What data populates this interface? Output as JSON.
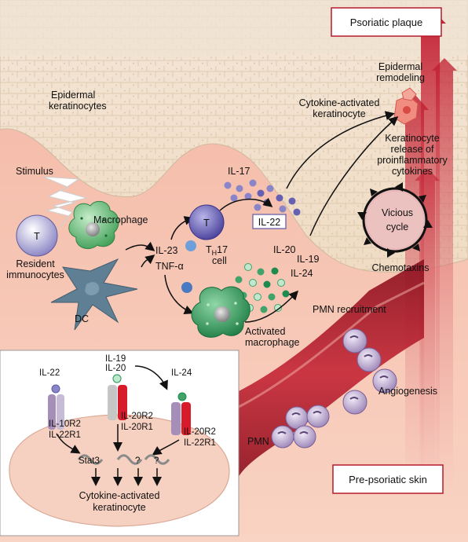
{
  "labels": {
    "psoriatic_plaque": "Psoriatic plaque",
    "pre_psoriatic_skin": "Pre-psoriatic skin",
    "epidermal_keratinocytes_1": "Epidermal",
    "epidermal_keratinocytes_2": "keratinocytes",
    "epidermal_remodeling_1": "Epidermal",
    "epidermal_remodeling_2": "remodeling",
    "cytokine_activated_keratinocyte_1": "Cytokine-activated",
    "cytokine_activated_keratinocyte_2": "keratinocyte",
    "keratinocyte_release_1": "Keratinocyte",
    "keratinocyte_release_2": "release of",
    "keratinocyte_release_3": "proinflammatory",
    "keratinocyte_release_4": "cytokines",
    "vicious_cycle_1": "Vicious",
    "vicious_cycle_2": "cycle",
    "chemotaxins": "Chemotaxins",
    "stimulus": "Stimulus",
    "macrophage": "Macrophage",
    "t_cell_letter": "T",
    "resident_immunocytes_1": "Resident",
    "resident_immunocytes_2": "immunocytes",
    "dc": "DC",
    "il17": "IL-17",
    "il22_box": "IL-22",
    "il23": "IL-23",
    "tnf": "TNF-α",
    "th17_1": "T",
    "th17_sub": "H",
    "th17_2": "17",
    "th17_cell": "cell",
    "il20": "IL-20",
    "il19": "IL-19",
    "il24": "IL-24",
    "activated_macrophage_1": "Activated",
    "activated_macrophage_2": "macrophage",
    "pmn_recruitment": "PMN recruitment",
    "angiogenesis": "Angiogenesis",
    "pmn": "PMN"
  },
  "inset": {
    "il22": "IL-22",
    "il19": "IL-19",
    "il20": "IL-20",
    "il24": "IL-24",
    "il10r2": "IL-10R2",
    "il22r1_a": "IL-22R1",
    "il20r2_a": "IL-20R2",
    "il20r1": "IL-20R1",
    "il20r2_b": "IL-20R2",
    "il22r1_b": "IL-22R1",
    "stat3": "Stat3",
    "q1": "?",
    "q2": "?",
    "result_1": "Cytokine-activated",
    "result_2": "keratinocyte"
  },
  "colors": {
    "dermis": "#f6c9b8",
    "epidermis": "#f4e4cf",
    "cell_outline": "#d9c2a6",
    "arrow_red": "#c4182b",
    "t_cell": "#8a86c0",
    "th17": "#5c57a8",
    "macrophage_green": "#55b36a",
    "activated_macrophage": "#2f9a57",
    "dc": "#5d7f95",
    "il17_dots": "#8a85c8",
    "il20_dots": "#41a36a",
    "pmn_purple": "#9a82b5",
    "vessel": "#b4202f",
    "receptor_purple": "#9e8bb5",
    "receptor_red": "#d81b2b"
  }
}
